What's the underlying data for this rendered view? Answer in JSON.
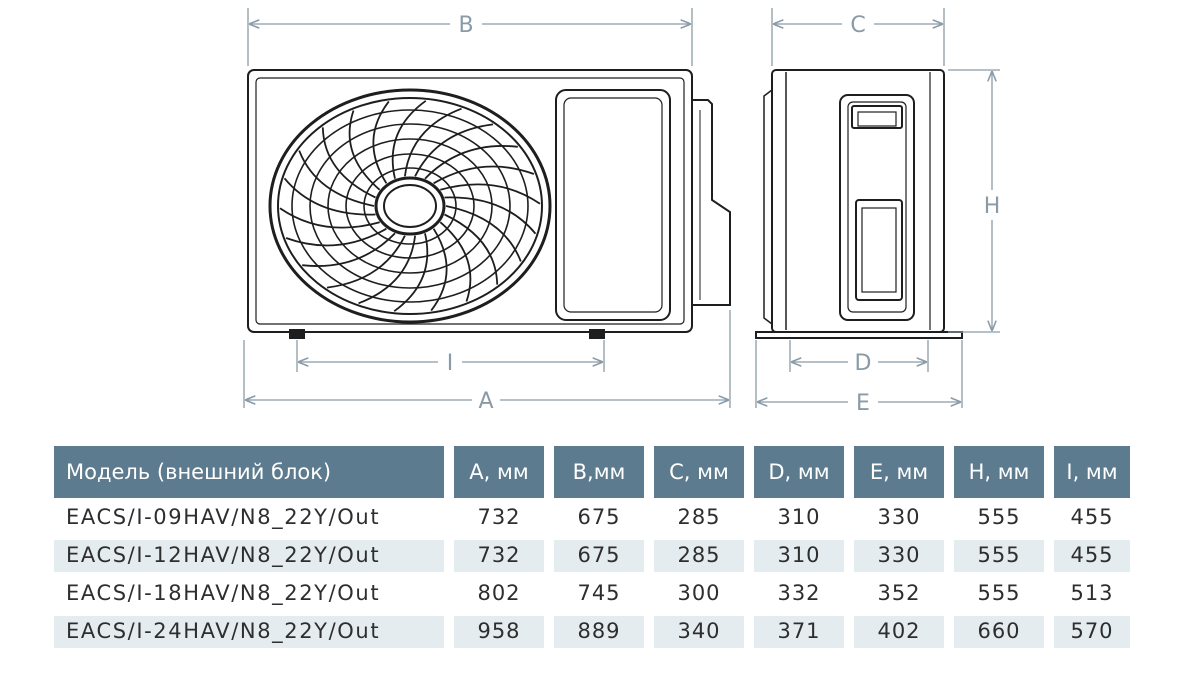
{
  "drawing": {
    "dim_labels": {
      "A": "A",
      "B": "B",
      "C": "C",
      "D": "D",
      "E": "E",
      "H": "H",
      "I": "I"
    }
  },
  "table": {
    "header": [
      "Модель (внешний блок)",
      "A, мм",
      "B,мм",
      "C, мм",
      "D, мм",
      "E, мм",
      "H, мм",
      "I, мм"
    ],
    "rows": [
      [
        "EACS/I-09HAV/N8_22Y/Out",
        "732",
        "675",
        "285",
        "310",
        "330",
        "555",
        "455"
      ],
      [
        "EACS/I-12HAV/N8_22Y/Out",
        "732",
        "675",
        "285",
        "310",
        "330",
        "555",
        "455"
      ],
      [
        "EACS/I-18HAV/N8_22Y/Out",
        "802",
        "745",
        "300",
        "332",
        "352",
        "555",
        "513"
      ],
      [
        "EACS/I-24HAV/N8_22Y/Out",
        "958",
        "889",
        "340",
        "371",
        "402",
        "660",
        "570"
      ]
    ],
    "colors": {
      "header_bg": "#5c7b8f",
      "header_text": "#ffffff",
      "stripe_bg": "#e4ecf0"
    }
  }
}
